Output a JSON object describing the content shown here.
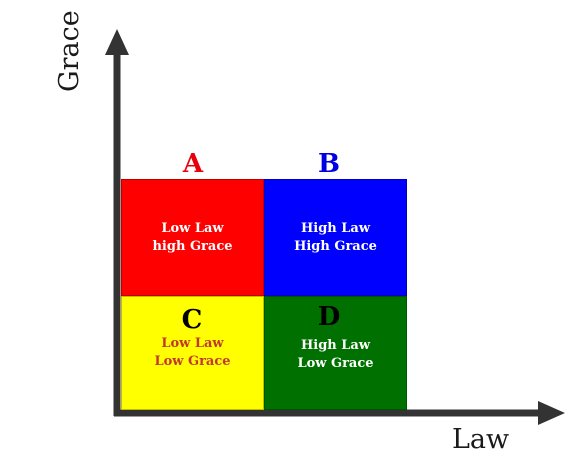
{
  "axes": {
    "y_label": "Grace",
    "x_label": "Law"
  },
  "quadrants": {
    "a": {
      "letter": "A",
      "line1": "Low Law",
      "line2": "high Grace",
      "fill": "#ff0000",
      "letter_color": "#e8000b",
      "text_color": "#ffffff"
    },
    "b": {
      "letter": "B",
      "line1": "High Law",
      "line2": "High Grace",
      "fill": "#0000ff",
      "letter_color": "#0000e0",
      "text_color": "#ffffff"
    },
    "c": {
      "letter": "C",
      "line1": "Low Law",
      "line2": "Low Grace",
      "fill": "#ffff00",
      "letter_color": "#000000",
      "text_color": "#c0392b"
    },
    "d": {
      "letter": "D",
      "line1": "High Law",
      "line2": "Low Grace",
      "fill": "#007000",
      "letter_color": "#000000",
      "text_color": "#ffffff"
    }
  },
  "colors": {
    "axis": "#333333"
  }
}
